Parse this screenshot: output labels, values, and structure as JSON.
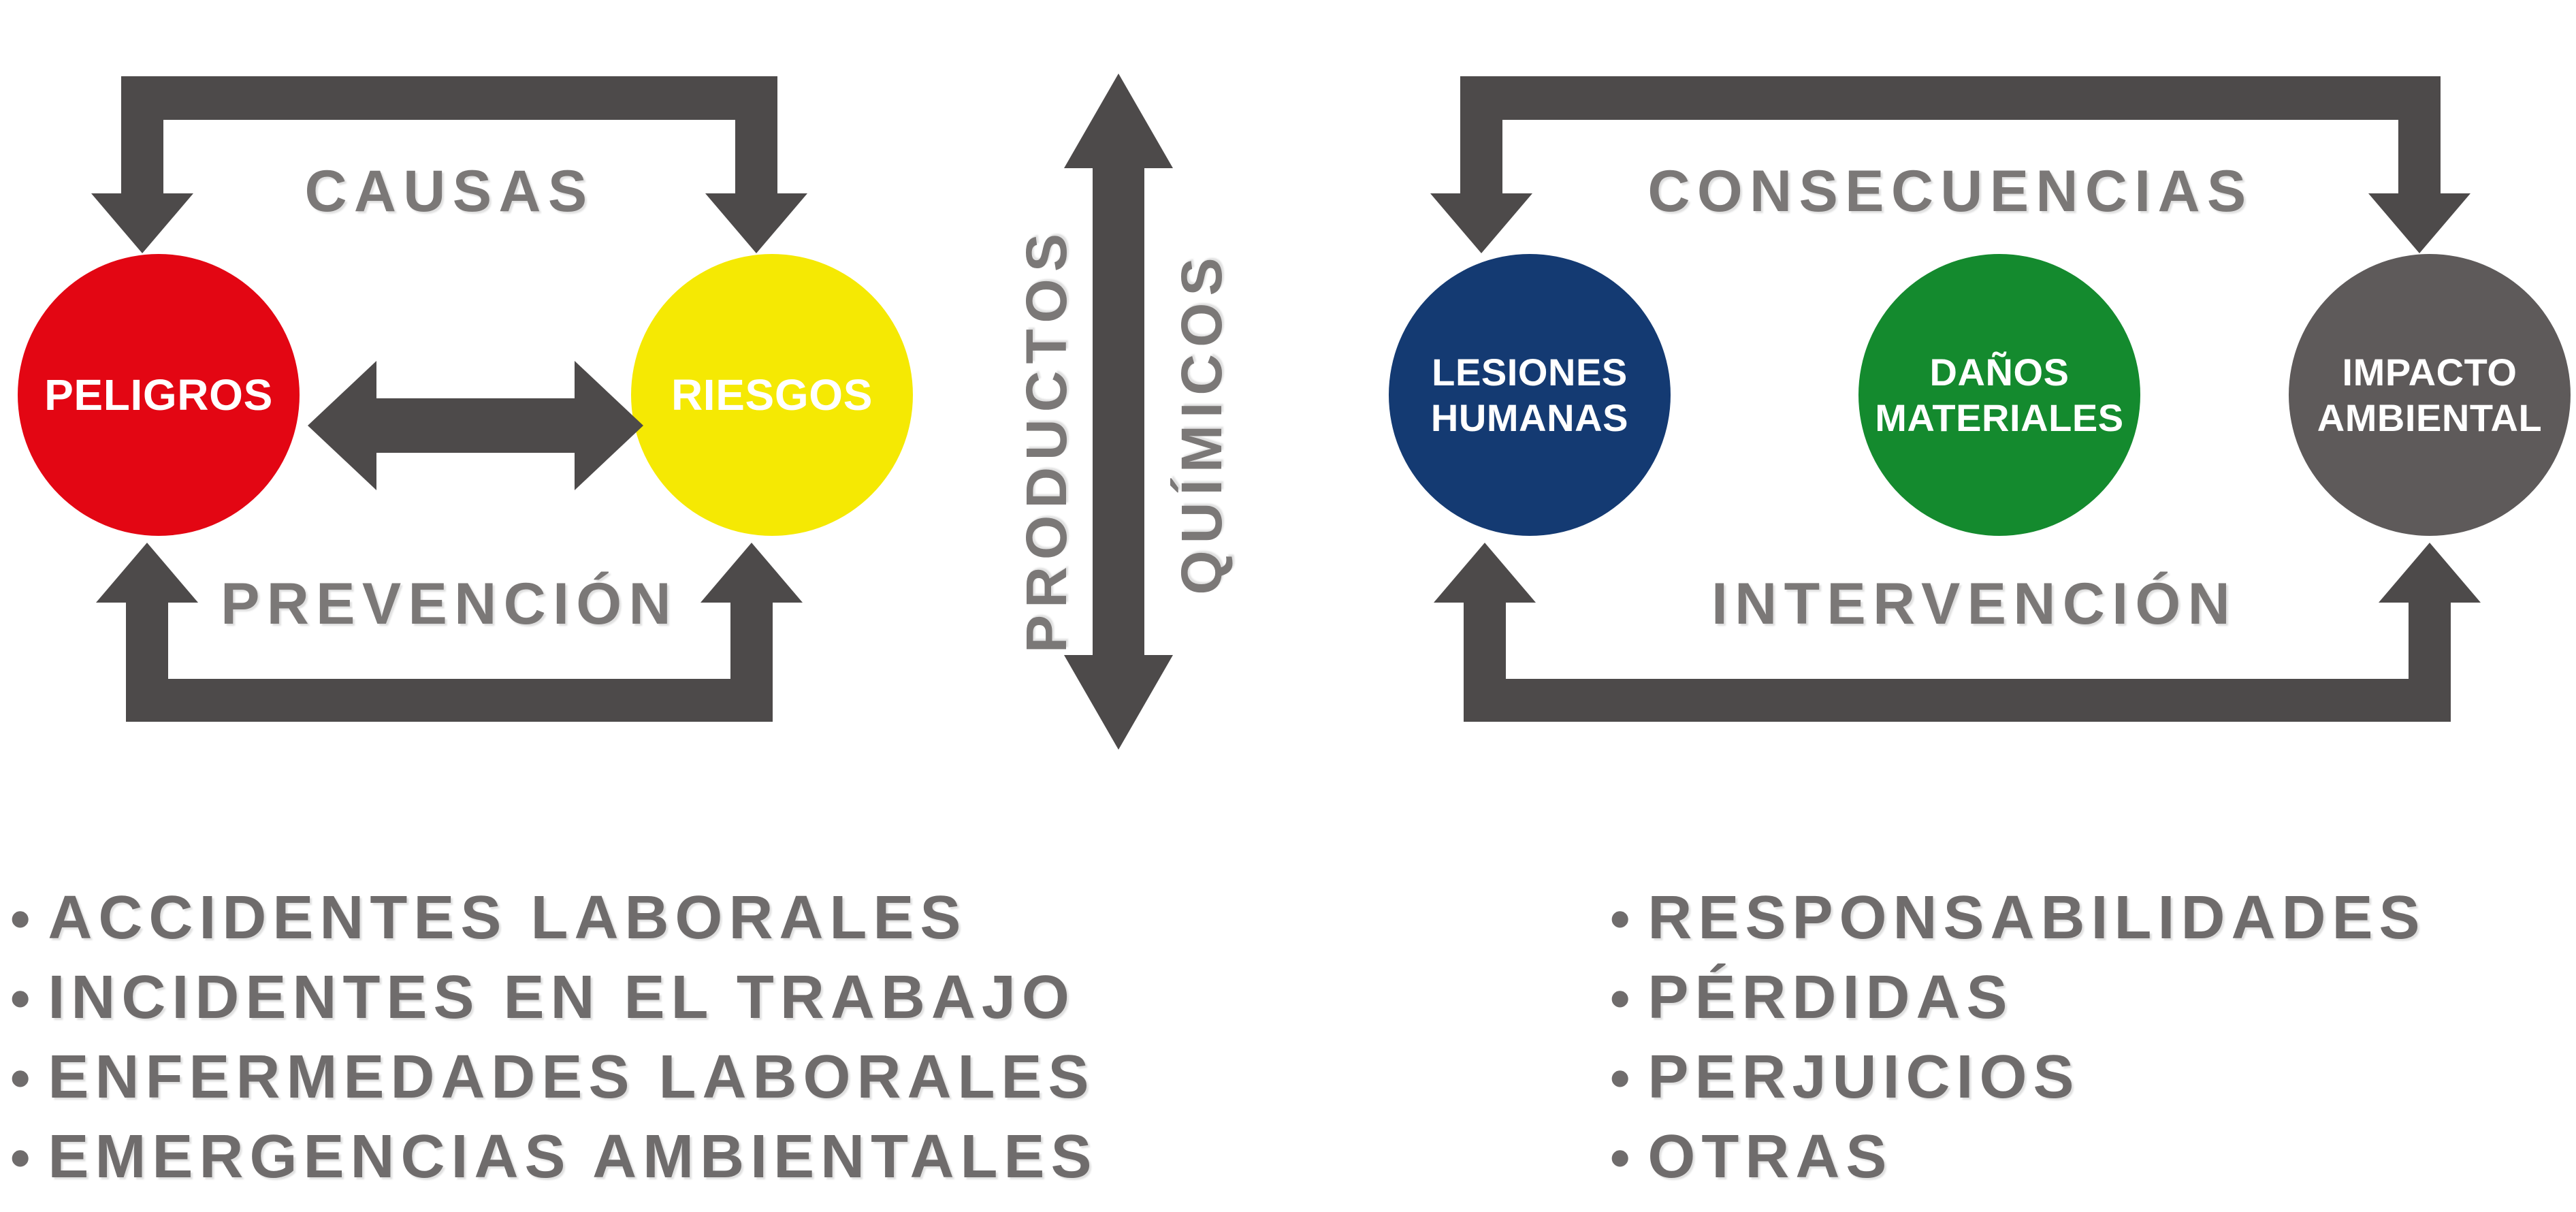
{
  "colors": {
    "arrow": "#4D4A4A",
    "label_text": "#7B7877",
    "list_text": "#6F6C6C",
    "node_text": "#FFFFFF",
    "peligros_red": "#E30613",
    "riesgos_yellow": "#F5E903",
    "lesiones_blue": "#143A72",
    "danos_green": "#148A2E",
    "impacto_gray": "#5E5A5A"
  },
  "left_group": {
    "top_label": "CAUSAS",
    "bottom_label": "PREVENCIÓN",
    "node_peligros": "PELIGROS",
    "node_riesgos": "RIESGOS"
  },
  "center_axis": {
    "word_left": "PRODUCTOS",
    "word_right": "QUÍMICOS"
  },
  "right_group": {
    "top_label": "CONSECUENCIAS",
    "bottom_label": "INTERVENCIÓN",
    "nodes": [
      {
        "line1": "LESIONES",
        "line2": "HUMANAS"
      },
      {
        "line1": "DAÑOS",
        "line2": "MATERIALES"
      },
      {
        "line1": "IMPACTO",
        "line2": "AMBIENTAL"
      }
    ]
  },
  "lists": {
    "bullet": "•",
    "left": [
      "ACCIDENTES LABORALES",
      "INCIDENTES EN EL TRABAJO",
      "ENFERMEDADES LABORALES",
      "EMERGENCIAS AMBIENTALES"
    ],
    "right": [
      "RESPONSABILIDADES",
      "PÉRDIDAS",
      "PERJUICIOS",
      "OTRAS"
    ]
  }
}
